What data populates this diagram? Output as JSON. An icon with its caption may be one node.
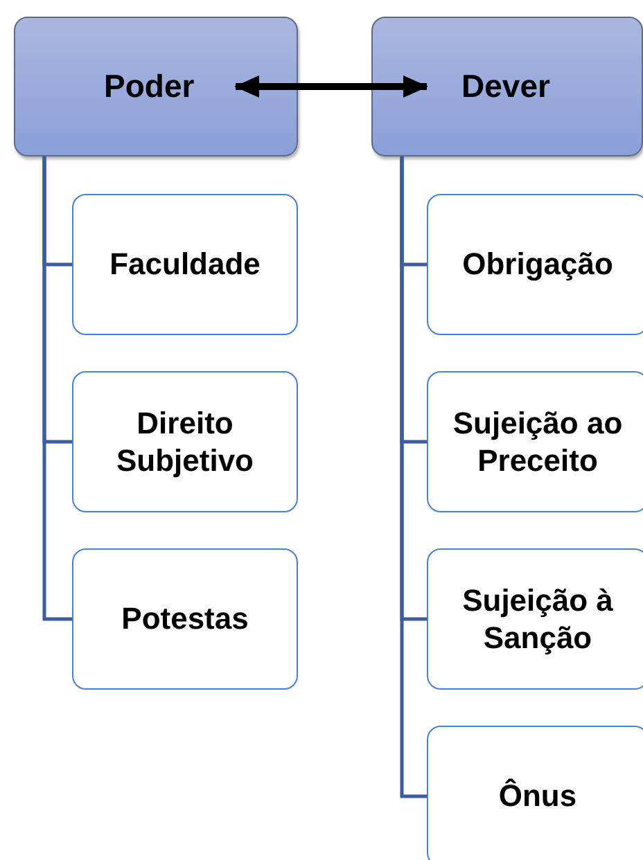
{
  "diagram": {
    "nodes": [
      {
        "text": [
          "Poder"
        ]
      },
      {
        "text": [
          "Faculdade"
        ]
      },
      {
        "text": [
          "Direito Subjetivo"
        ]
      },
      {
        "text": [
          "Potestas"
        ]
      },
      {
        "text": [
          "Dever"
        ]
      },
      {
        "text": [
          "Obrigação"
        ]
      },
      {
        "text": [
          "Sujeição ao Preceito"
        ]
      },
      {
        "text": [
          "Sujeição à Sanção"
        ]
      },
      {
        "text": [
          "Ônus"
        ]
      }
    ],
    "edges": [
      {
        "from": 0,
        "to": 4,
        "arrow": "both",
        "style": "thick",
        "color": "#000000"
      },
      {
        "from": 0,
        "to": 1,
        "arrow": "none"
      },
      {
        "from": 0,
        "to": 2,
        "arrow": "none"
      },
      {
        "from": 0,
        "to": 3,
        "arrow": "none"
      },
      {
        "from": 4,
        "to": 5,
        "arrow": "none"
      },
      {
        "from": 4,
        "to": 6,
        "arrow": "none"
      },
      {
        "from": 4,
        "to": 7,
        "arrow": "none"
      },
      {
        "from": 4,
        "to": 8,
        "arrow": "none"
      }
    ]
  }
}
